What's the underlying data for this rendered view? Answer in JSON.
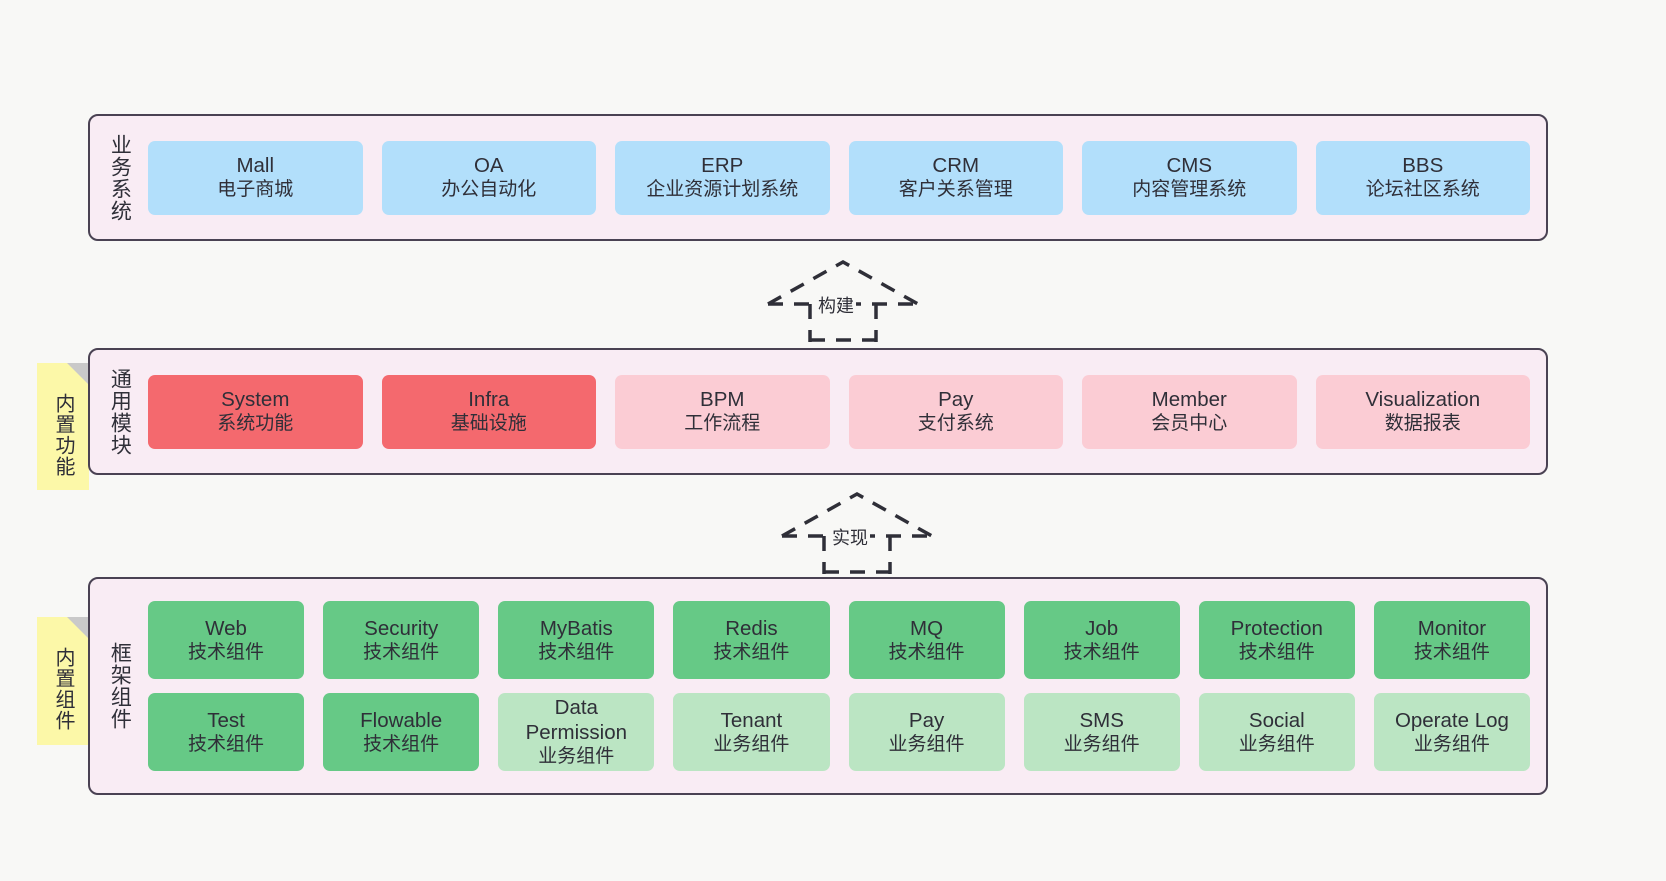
{
  "diagram": {
    "background_color": "#f8f8f6",
    "layer_bg_color": "#f9ecf4",
    "layer_border_color": "#4a4253",
    "note_color": "#fcf8a8",
    "layers": [
      {
        "id": "business",
        "title": "业务系统",
        "rows": [
          {
            "cells": [
              {
                "en": "Mall",
                "cn": "电子商城",
                "color": "#b2dffb",
                "style": "blue"
              },
              {
                "en": "OA",
                "cn": "办公自动化",
                "color": "#b2dffb",
                "style": "blue"
              },
              {
                "en": "ERP",
                "cn": "企业资源计划系统",
                "color": "#b2dffb",
                "style": "blue"
              },
              {
                "en": "CRM",
                "cn": "客户关系管理",
                "color": "#b2dffb",
                "style": "blue"
              },
              {
                "en": "CMS",
                "cn": "内容管理系统",
                "color": "#b2dffb",
                "style": "blue"
              },
              {
                "en": "BBS",
                "cn": "论坛社区系统",
                "color": "#b2dffb",
                "style": "blue"
              }
            ]
          }
        ]
      },
      {
        "id": "modules",
        "title": "通用模块",
        "note": "内置功能",
        "rows": [
          {
            "cells": [
              {
                "en": "System",
                "cn": "系统功能",
                "color": "#f4696e",
                "style": "red"
              },
              {
                "en": "Infra",
                "cn": "基础设施",
                "color": "#f4696e",
                "style": "red"
              },
              {
                "en": "BPM",
                "cn": "工作流程",
                "color": "#fbccd4",
                "style": "pink"
              },
              {
                "en": "Pay",
                "cn": "支付系统",
                "color": "#fbccd4",
                "style": "pink"
              },
              {
                "en": "Member",
                "cn": "会员中心",
                "color": "#fbccd4",
                "style": "pink"
              },
              {
                "en": "Visualization",
                "cn": "数据报表",
                "color": "#fbccd4",
                "style": "pink"
              }
            ]
          }
        ]
      },
      {
        "id": "framework",
        "title": "框架组件",
        "note": "内置组件",
        "rows": [
          {
            "cells": [
              {
                "en": "Web",
                "cn": "技术组件",
                "color": "#66c986",
                "style": "green"
              },
              {
                "en": "Security",
                "cn": "技术组件",
                "color": "#66c986",
                "style": "green"
              },
              {
                "en": "MyBatis",
                "cn": "技术组件",
                "color": "#66c986",
                "style": "green"
              },
              {
                "en": "Redis",
                "cn": "技术组件",
                "color": "#66c986",
                "style": "green"
              },
              {
                "en": "MQ",
                "cn": "技术组件",
                "color": "#66c986",
                "style": "green"
              },
              {
                "en": "Job",
                "cn": "技术组件",
                "color": "#66c986",
                "style": "green"
              },
              {
                "en": "Protection",
                "cn": "技术组件",
                "color": "#66c986",
                "style": "green"
              },
              {
                "en": "Monitor",
                "cn": "技术组件",
                "color": "#66c986",
                "style": "green"
              }
            ]
          },
          {
            "cells": [
              {
                "en": "Test",
                "cn": "技术组件",
                "color": "#66c986",
                "style": "green"
              },
              {
                "en": "Flowable",
                "cn": "技术组件",
                "color": "#66c986",
                "style": "green"
              },
              {
                "en": "Data Permission",
                "cn": "业务组件",
                "color": "#bbe5c3",
                "style": "lightgreen"
              },
              {
                "en": "Tenant",
                "cn": "业务组件",
                "color": "#bbe5c3",
                "style": "lightgreen"
              },
              {
                "en": "Pay",
                "cn": "业务组件",
                "color": "#bbe5c3",
                "style": "lightgreen"
              },
              {
                "en": "SMS",
                "cn": "业务组件",
                "color": "#bbe5c3",
                "style": "lightgreen"
              },
              {
                "en": "Social",
                "cn": "业务组件",
                "color": "#bbe5c3",
                "style": "lightgreen"
              },
              {
                "en": "Operate Log",
                "cn": "业务组件",
                "color": "#bbe5c3",
                "style": "lightgreen"
              }
            ]
          }
        ]
      }
    ],
    "connectors": [
      {
        "id": "build",
        "label": "构建",
        "from": "modules",
        "to": "business",
        "style": "dashed-generalization"
      },
      {
        "id": "impl",
        "label": "实现",
        "from": "framework",
        "to": "modules",
        "style": "dashed-generalization"
      }
    ]
  }
}
